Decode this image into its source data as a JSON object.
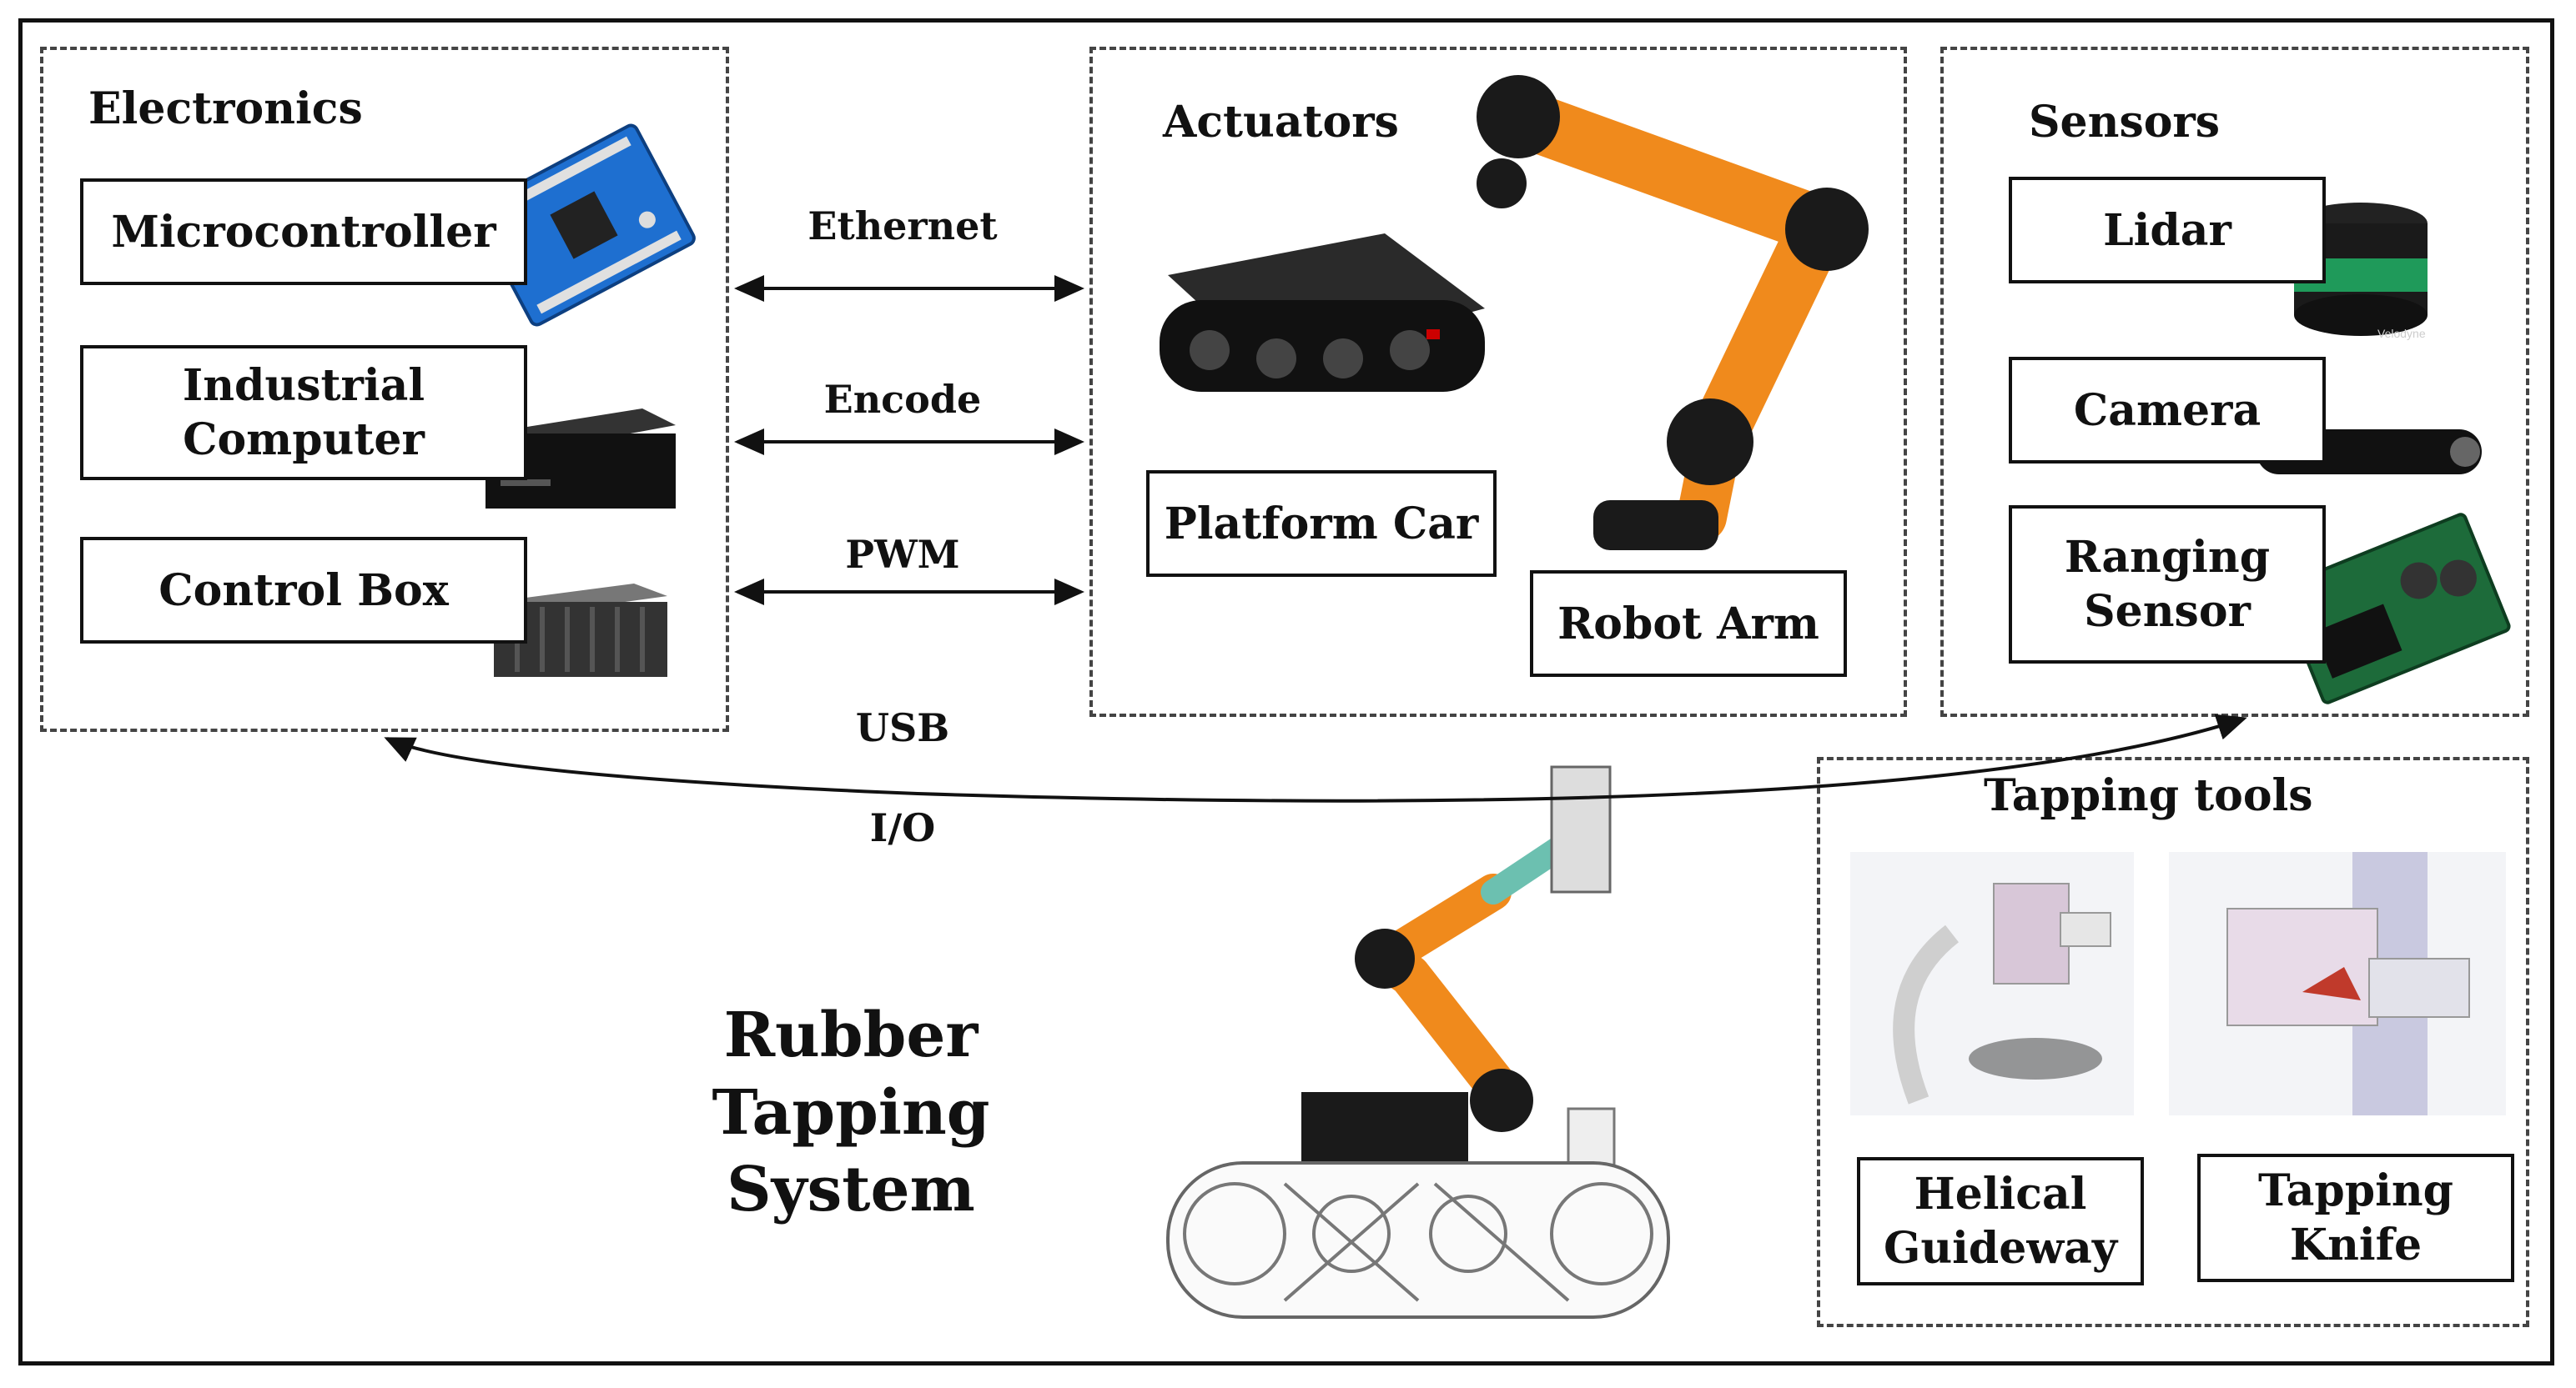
{
  "groups": {
    "electronics": {
      "title": "Electronics",
      "items": [
        "Microcontroller",
        "Industrial\nComputer",
        "Control Box"
      ]
    },
    "actuators": {
      "title": "Actuators",
      "items": [
        "Platform Car",
        "Robot Arm"
      ]
    },
    "sensors": {
      "title": "Sensors",
      "items": [
        "Lidar",
        "Camera",
        "Ranging\nSensor"
      ]
    },
    "tools": {
      "title": "Tapping tools",
      "items": [
        "Helical\nGuideway",
        "Tapping\nKnife"
      ]
    }
  },
  "links": [
    "Ethernet",
    "Encode",
    "PWM",
    "USB",
    "I/O"
  ],
  "lidar_brand": "Velodyne",
  "system_title": "Rubber\nTapping System",
  "colors": {
    "arm_orange": "#f08a1c",
    "dark": "#1a1a1a",
    "board_blue": "#1e6fd0",
    "lidar_green": "#1f9a5a"
  }
}
